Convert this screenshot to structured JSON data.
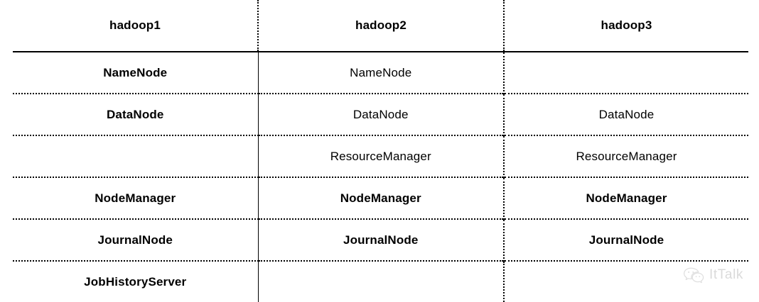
{
  "table": {
    "columns": [
      {
        "key": "hadoop1",
        "label": "hadoop1",
        "bold": true
      },
      {
        "key": "hadoop2",
        "label": "hadoop2",
        "bold": true
      },
      {
        "key": "hadoop3",
        "label": "hadoop3",
        "bold": true
      }
    ],
    "rows": [
      {
        "hadoop1": "NameNode",
        "hadoop2": "NameNode",
        "hadoop3": ""
      },
      {
        "hadoop1": "DataNode",
        "hadoop2": "DataNode",
        "hadoop3": "DataNode"
      },
      {
        "hadoop1": "",
        "hadoop2": "ResourceManager",
        "hadoop3": "ResourceManager"
      },
      {
        "hadoop1": "NodeManager",
        "hadoop2": "NodeManager",
        "hadoop3": "NodeManager"
      },
      {
        "hadoop1": "JournalNode",
        "hadoop2": "JournalNode",
        "hadoop3": "JournalNode"
      },
      {
        "hadoop1": "JobHistoryServer",
        "hadoop2": "",
        "hadoop3": ""
      }
    ]
  },
  "watermark": {
    "icon": "wechat-icon",
    "text": "ItTalk",
    "color": "#a8a8a8"
  },
  "style": {
    "background": "#ffffff",
    "line_color": "#000000",
    "text_color": "#000000"
  }
}
